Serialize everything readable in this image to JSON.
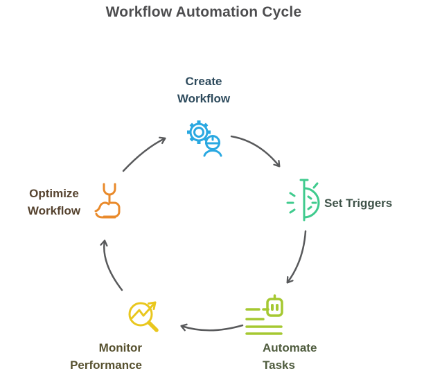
{
  "title": "Workflow Automation Cycle",
  "colors": {
    "background": "#FFFFFF",
    "title_text": "#4D4D4F",
    "arrow": "#58595B"
  },
  "nodes": {
    "create_workflow": {
      "lines": [
        "Create",
        "Workflow"
      ],
      "icon": "engineer-gear-icon",
      "icon_color": "#29A8E1",
      "text_color": "#2D4A5C"
    },
    "set_triggers": {
      "lines": [
        "Set Triggers"
      ],
      "icon": "stopwatch-timer-icon",
      "icon_color": "#40CB8E",
      "text_color": "#3F5349"
    },
    "automate_tasks": {
      "lines": [
        "Automate",
        "Tasks"
      ],
      "icon": "robot-task-list-icon",
      "icon_color": "#A5C831",
      "text_color": "#4F5C3E"
    },
    "monitor_performance": {
      "lines": [
        "Monitor",
        "Performance"
      ],
      "icon": "magnifier-trend-icon",
      "icon_color": "#E9C71E",
      "text_color": "#57512F"
    },
    "optimize_workflow": {
      "lines": [
        "Optimize",
        "Workflow"
      ],
      "icon": "wrench-hand-icon",
      "icon_color": "#E98A2B",
      "text_color": "#56432F"
    }
  },
  "arrows": [
    {
      "from": "create_workflow",
      "to": "set_triggers",
      "style": "curved"
    },
    {
      "from": "set_triggers",
      "to": "automate_tasks",
      "style": "curved"
    },
    {
      "from": "automate_tasks",
      "to": "monitor_performance",
      "style": "curved"
    },
    {
      "from": "monitor_performance",
      "to": "optimize_workflow",
      "style": "curved"
    },
    {
      "from": "optimize_workflow",
      "to": "create_workflow",
      "style": "curved"
    }
  ]
}
